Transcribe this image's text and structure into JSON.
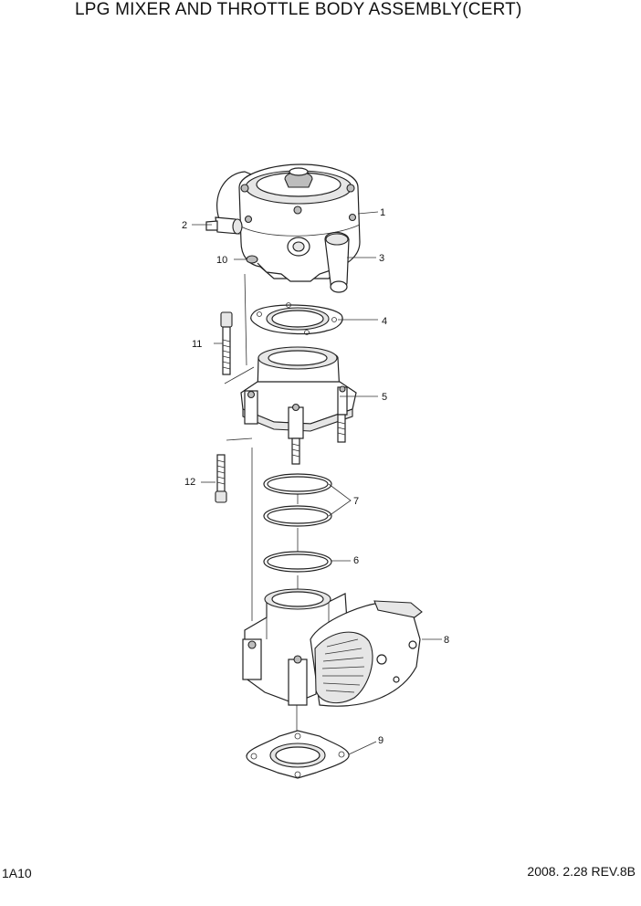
{
  "header": {
    "title": "LPG MIXER AND THROTTLE BODY ASSEMBLY(CERT)"
  },
  "footer": {
    "page_code": "1A10",
    "revision": "2008. 2.28 REV.8B"
  },
  "callouts": {
    "c1": "1",
    "c2": "2",
    "c3": "3",
    "c4": "4",
    "c5": "5",
    "c6": "6",
    "c7": "7",
    "c8": "8",
    "c9": "9",
    "c10": "10",
    "c11": "11",
    "c12": "12"
  }
}
